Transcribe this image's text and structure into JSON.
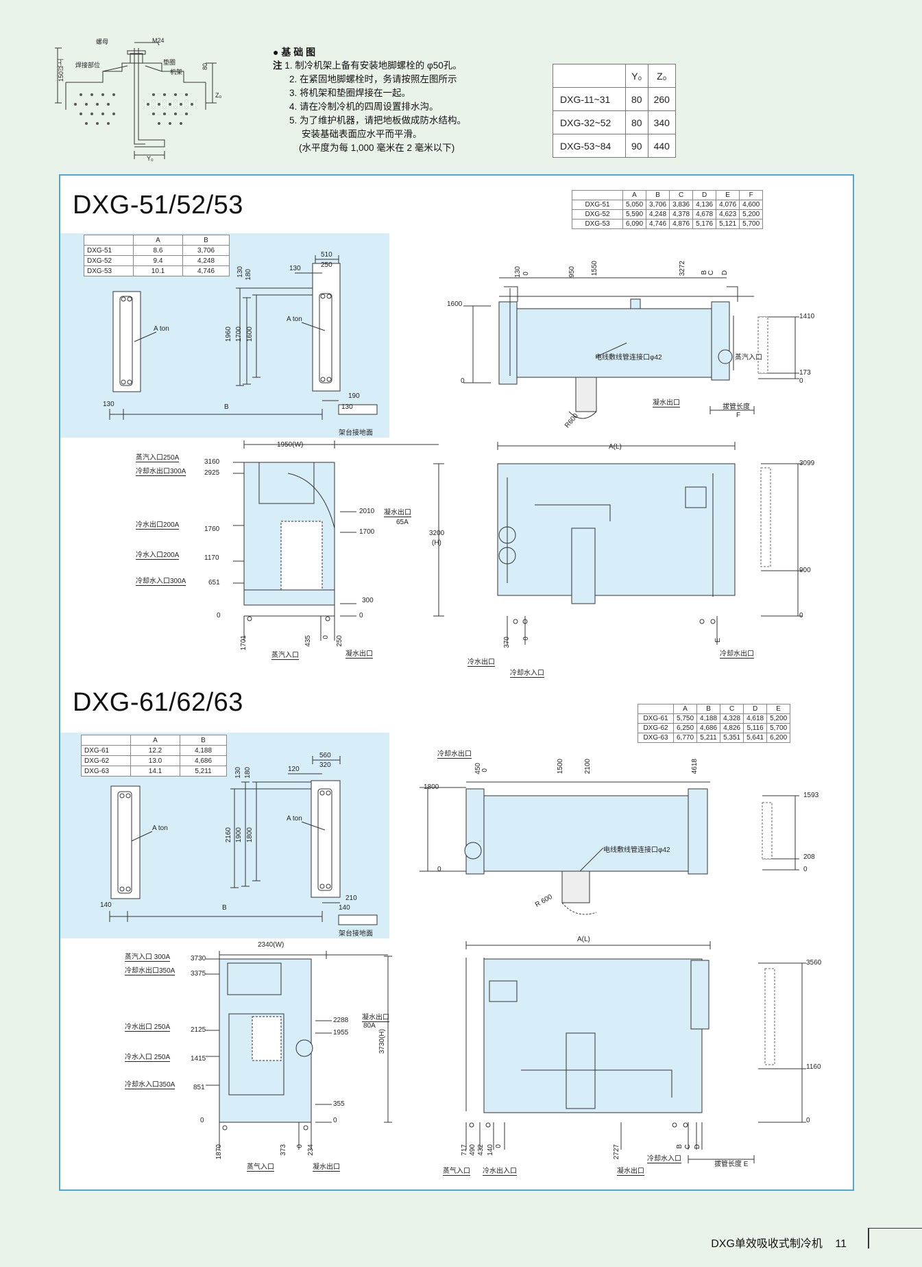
{
  "foundation": {
    "labels": {
      "nut": "螺母",
      "bolt": "M24",
      "weld": "焊接部位",
      "washer": "垫圈",
      "frame": "机架",
      "h150": "150以上",
      "h80": "80",
      "z0": "Z₀",
      "y0": "Y₀"
    },
    "title": "基 础 图",
    "note_head": "注",
    "notes": [
      "1. 制冷机架上备有安装地脚螺栓的 φ50孔。",
      "2. 在紧固地脚螺栓时，务请按照左图所示",
      "3. 将机架和垫圈焊接在一起。",
      "4. 请在冷制冷机的四周设置排水沟。",
      "5. 为了维护机器，请把地板做成防水结构。",
      "安装基础表面应水平而平滑。",
      "(水平度为每 1,000 毫米在 2 毫米以下)"
    ],
    "table": {
      "headers": [
        "",
        "Y₀",
        "Z₀"
      ],
      "rows": [
        [
          "DXG-11~31",
          "80",
          "260"
        ],
        [
          "DXG-32~52",
          "80",
          "340"
        ],
        [
          "DXG-53~84",
          "90",
          "440"
        ]
      ]
    }
  },
  "section1": {
    "model": "DXG-51/52/53",
    "weight_table": {
      "headers": [
        "",
        "A",
        "B"
      ],
      "rows": [
        [
          "DXG-51",
          "8.6",
          "3,706"
        ],
        [
          "DXG-52",
          "9.4",
          "4,248"
        ],
        [
          "DXG-53",
          "10.1",
          "4,746"
        ]
      ]
    },
    "dim_table": {
      "headers": [
        "",
        "A",
        "B",
        "C",
        "D",
        "E",
        "F"
      ],
      "rows": [
        [
          "DXG-51",
          "5,050",
          "3,706",
          "3,836",
          "4,136",
          "4,076",
          "4,600"
        ],
        [
          "DXG-52",
          "5,590",
          "4,248",
          "4,378",
          "4,678",
          "4,623",
          "5,200"
        ],
        [
          "DXG-53",
          "6,090",
          "4,746",
          "4,876",
          "5,176",
          "5,121",
          "5,700"
        ]
      ]
    },
    "plan": {
      "aton": "A ton",
      "d130": "130",
      "d180": "180",
      "d1960": "1960",
      "d1700": "1700",
      "d1600": "1600",
      "d510": "510",
      "d250": "250",
      "d130b": "130",
      "b": "B",
      "d130c": "130",
      "d190": "190",
      "d130d": "130",
      "base": "架台接地面"
    },
    "top": {
      "d130": "130",
      "d0": "0",
      "d950": "950",
      "d1550": "1550",
      "d3272": "3272",
      "b": "B",
      "c": "C",
      "d": "D",
      "d1600": "1600",
      "z0": "0",
      "d1410": "1410",
      "d173": "173",
      "z0b": "0",
      "cable": "电线敷线管连接口φ42",
      "steam_in": "蒸汽入口",
      "drain": "凝水出口",
      "pull": "拔管长度",
      "f": "F",
      "r600": "R600"
    },
    "side": {
      "w": "1950(W)",
      "steam": "蒸汽入口250A",
      "cool_out": "冷却水出口300A",
      "chill_out": "冷水出口200A",
      "chill_in": "冷水入口200A",
      "cool_in": "冷却水入口300A",
      "v3160": "3160",
      "v2925": "2925",
      "v1760": "1760",
      "v1170": "1170",
      "v651": "651",
      "v0": "0",
      "v2010": "2010",
      "v1700": "1700",
      "v300": "300",
      "v0b": "0",
      "drain": "凝水出口",
      "drain_size": "65A",
      "h3200": "3200",
      "h_lbl": "(H)",
      "b1701": "1701",
      "b435": "435",
      "b0": "0",
      "b250": "250",
      "steam_in": "蒸汽入口",
      "drain2": "凝水出口"
    },
    "front": {
      "al": "A(L)",
      "v3099": "3099",
      "v900": "900",
      "v0": "0",
      "b370": "370",
      "b0": "0",
      "e": "E",
      "chill_out": "冷水出口",
      "cool_in": "冷却水入口",
      "cool_out": "冷却水出口"
    }
  },
  "section2": {
    "model": "DXG-61/62/63",
    "weight_table": {
      "headers": [
        "",
        "A",
        "B"
      ],
      "rows": [
        [
          "DXG-61",
          "12.2",
          "4,188"
        ],
        [
          "DXG-62",
          "13.0",
          "4,686"
        ],
        [
          "DXG-63",
          "14.1",
          "5,211"
        ]
      ]
    },
    "dim_table": {
      "headers": [
        "",
        "A",
        "B",
        "C",
        "D",
        "E"
      ],
      "rows": [
        [
          "DXG-61",
          "5,750",
          "4,188",
          "4,328",
          "4,618",
          "5,200"
        ],
        [
          "DXG-62",
          "6,250",
          "4,686",
          "4,826",
          "5,116",
          "5,700"
        ],
        [
          "DXG-63",
          "6,770",
          "5,211",
          "5,351",
          "5,641",
          "6,200"
        ]
      ]
    },
    "plan": {
      "aton": "A ton",
      "d130": "130",
      "d180": "180",
      "d2160": "2160",
      "d1900": "1900",
      "d1800": "1800",
      "d560": "560",
      "d320": "320",
      "d120": "120",
      "b": "B",
      "d140": "140",
      "d210": "210",
      "d140b": "140",
      "base": "架台接地面"
    },
    "top": {
      "cool_out": "冷却水出口",
      "d450": "450",
      "d0": "0",
      "d1500": "1500",
      "d2100": "2100",
      "d4618": "4618",
      "d1800": "1800",
      "z0": "0",
      "d1593": "1593",
      "d208": "208",
      "z0b": "0",
      "cable": "电线敷线管连接口φ42",
      "r600": "R 600"
    },
    "side": {
      "w": "2340(W)",
      "steam": "蒸汽入口  300A",
      "cool_out": "冷却水出口350A",
      "chill_out": "冷水出口  250A",
      "chill_in": "冷水入口  250A",
      "cool_in": "冷却水入口350A",
      "v3730": "3730",
      "v3375": "3375",
      "v2125": "2125",
      "v1415": "1415",
      "v851": "851",
      "v0": "0",
      "v2288": "2288",
      "v1955": "1955",
      "v355": "355",
      "v0b": "0",
      "drain": "凝水出口",
      "drain_size": "80A",
      "h": "3730(H)",
      "b1870": "1870",
      "b373": "373",
      "b0": "0",
      "b234": "234",
      "steam_in": "蒸气入口",
      "drain2": "凝水出口"
    },
    "front": {
      "al": "A(L)",
      "v3560": "3560",
      "v1160": "1160",
      "v0": "0",
      "b717": "717",
      "b490": "490",
      "b432": "432",
      "b140": "140",
      "b0": "0",
      "b2727": "2727",
      "b": "B",
      "c": "C",
      "d": "D",
      "steam_in": "蒸气入口",
      "chill_out": "冷水出入口",
      "drain": "凝水出口",
      "cool_in": "冷却水入口",
      "pull": "拔管长度 E"
    }
  },
  "footer": {
    "title": "DXG单效吸收式制冷机",
    "page": "11"
  }
}
